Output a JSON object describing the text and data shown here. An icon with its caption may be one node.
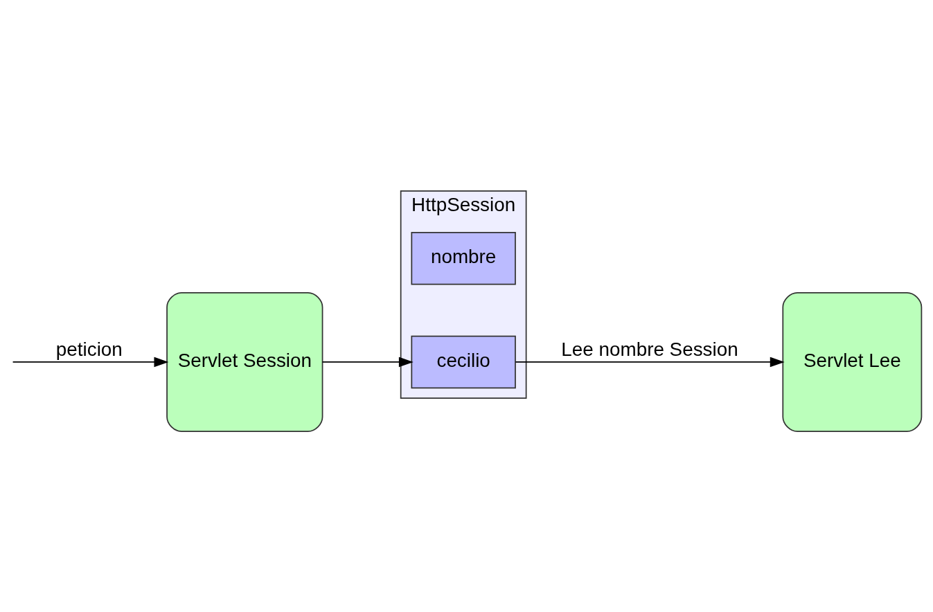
{
  "diagram": {
    "nodes": [
      {
        "text": [
          "Servlet Session"
        ]
      },
      {
        "text": [
          "HttpSession"
        ]
      },
      {
        "text": [
          "nombre"
        ],
        "in": 1
      },
      {
        "text": [
          "cecilio"
        ],
        "in": 1
      },
      {
        "text": [
          "Servlet Lee"
        ]
      }
    ],
    "edges": [
      {
        "from": null,
        "to": 0,
        "arrow": "to",
        "label": "peticion"
      },
      {
        "from": 0,
        "to": 3,
        "arrow": "to"
      },
      {
        "from": 3,
        "to": 4,
        "arrow": "to",
        "label": "Lee nombre Session"
      }
    ]
  }
}
